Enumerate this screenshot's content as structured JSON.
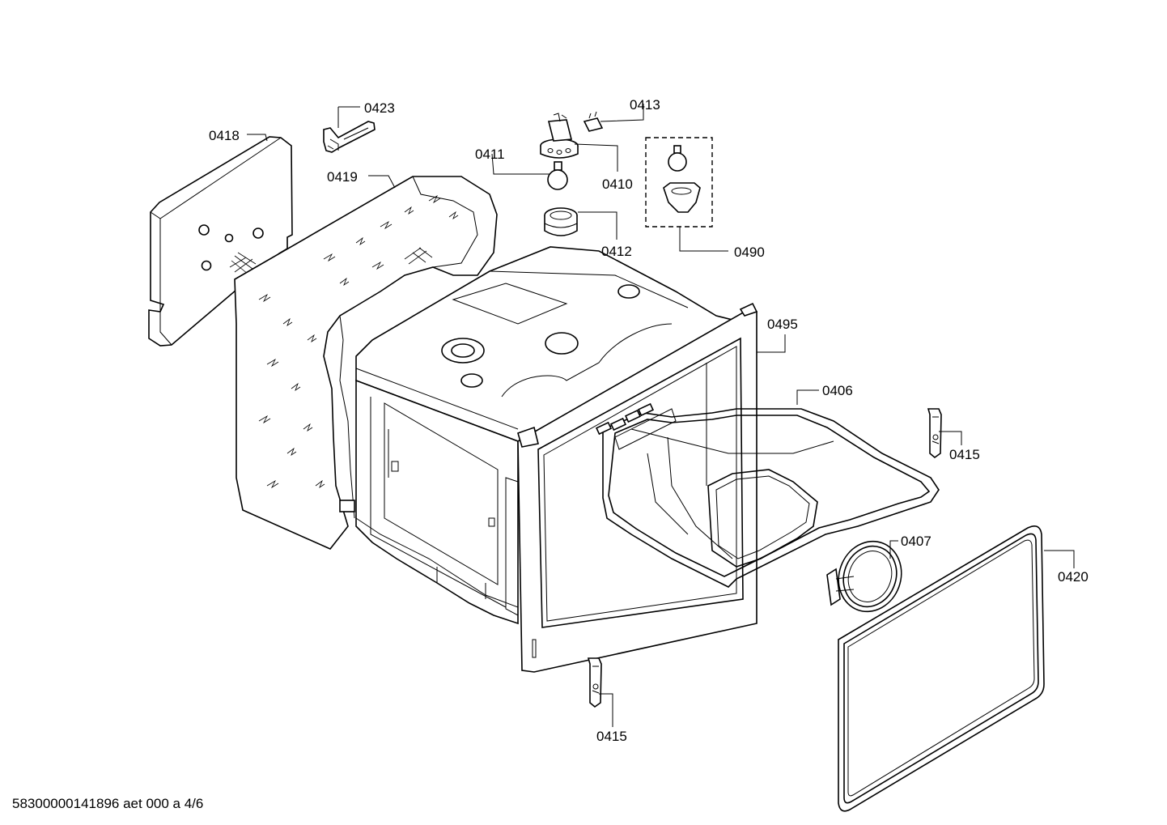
{
  "parts": [
    {
      "id": "p0423",
      "label": "0423"
    },
    {
      "id": "p0413",
      "label": "0413"
    },
    {
      "id": "p0418",
      "label": "0418"
    },
    {
      "id": "p0411",
      "label": "0411"
    },
    {
      "id": "p0419",
      "label": "0419"
    },
    {
      "id": "p0410",
      "label": "0410"
    },
    {
      "id": "p0412",
      "label": "0412"
    },
    {
      "id": "p0490",
      "label": "0490"
    },
    {
      "id": "p0495",
      "label": "0495"
    },
    {
      "id": "p0406",
      "label": "0406"
    },
    {
      "id": "p0415a",
      "label": "0415"
    },
    {
      "id": "p0407",
      "label": "0407"
    },
    {
      "id": "p0420",
      "label": "0420"
    },
    {
      "id": "p0415b",
      "label": "0415"
    }
  ],
  "footer": {
    "document_code": "58300000141896 aet 000 a 4/6"
  }
}
